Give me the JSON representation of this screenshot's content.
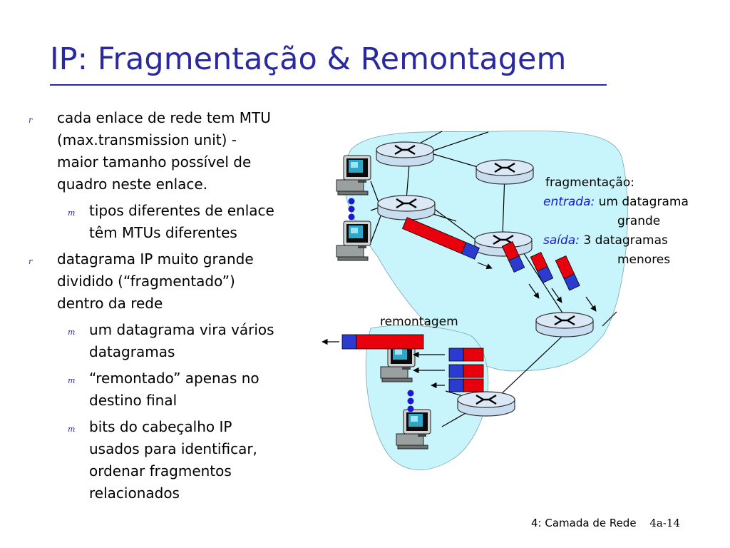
{
  "title": "IP: Fragmentação & Remontagem",
  "bullets": [
    {
      "marker": "r",
      "lines": [
        "cada enlace de rede tem MTU",
        "(max.transmission unit) -",
        "maior tamanho possível de",
        "quadro neste enlace."
      ],
      "sub": [
        {
          "marker": "m",
          "lines": [
            "tipos diferentes de enlace",
            "têm MTUs diferentes"
          ]
        }
      ]
    },
    {
      "marker": "r",
      "lines": [
        "datagrama IP muito grande",
        "dividido (“fragmentado”)",
        "dentro da rede"
      ],
      "sub": [
        {
          "marker": "m",
          "lines": [
            "um datagrama vira vários",
            "datagramas"
          ]
        },
        {
          "marker": "m",
          "lines": [
            "“remontado” apenas no",
            "destino final"
          ]
        },
        {
          "marker": "m",
          "lines": [
            "bits do cabeçalho IP",
            "usados para identificar,",
            "ordenar fragmentos",
            "relacionados"
          ]
        }
      ]
    }
  ],
  "diagram": {
    "frag_title": "fragmentação:",
    "entrada_label": "entrada:",
    "entrada_text": "um datagrama",
    "entrada_text2": "grande",
    "saida_label": "saída:",
    "saida_text": "3 datagramas",
    "saida_text2": "menores",
    "reassembly_label": "remontagem",
    "colors": {
      "cloud": "#c8f4fb",
      "router": "#c8ddef",
      "header": "#2b3bd0",
      "payload": "#e8000c",
      "title": "#2a2aa0"
    }
  },
  "footer": {
    "chapter": "4: Camada de Rede",
    "page": "4a-14"
  }
}
